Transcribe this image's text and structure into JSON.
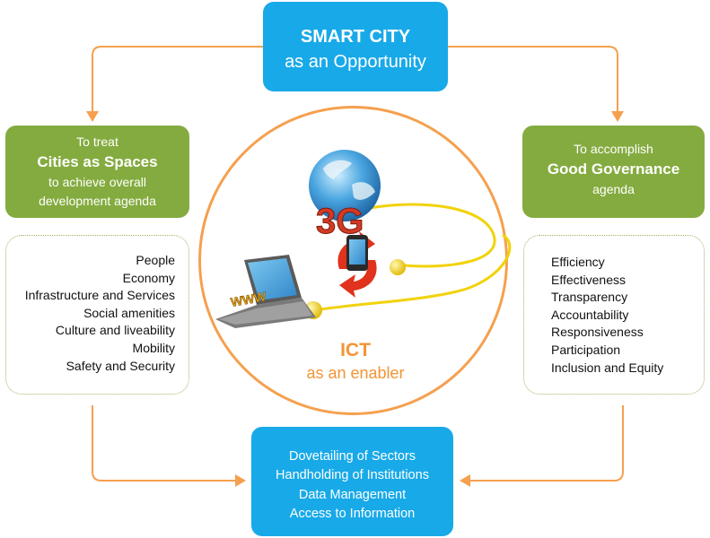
{
  "top_box": {
    "line1": "SMART CITY",
    "line2": "as an Opportunity"
  },
  "left_green": {
    "line1": "To treat",
    "line2": "Cities as Spaces",
    "line3": "to achieve overall",
    "line4": "development agenda"
  },
  "right_green": {
    "line1": "To accomplish",
    "line2": "Good Governance",
    "line3": "agenda"
  },
  "left_list": {
    "items": [
      "People",
      "Economy",
      "Infrastructure and Services",
      "Social amenities",
      "Culture and liveability",
      "Mobility",
      "Safety and Security"
    ]
  },
  "right_list": {
    "items": [
      "Efficiency",
      "Effectiveness",
      "Transparency",
      "Accountability",
      "Responsiveness",
      "Participation",
      "Inclusion and Equity"
    ]
  },
  "center": {
    "title": "ICT",
    "subtitle": "as an enabler",
    "graphic_3g": "3G",
    "graphic_www": "WWW"
  },
  "bottom_box": {
    "items": [
      "Dovetailing of Sectors",
      "Handholding of Institutions",
      "Data Management",
      "Access to Information"
    ]
  },
  "colors": {
    "blue": "#18a9e8",
    "green": "#84ab3f",
    "orange": "#f5a04f",
    "dotted_border": "#9cb467",
    "yellow": "#f2d20a"
  }
}
